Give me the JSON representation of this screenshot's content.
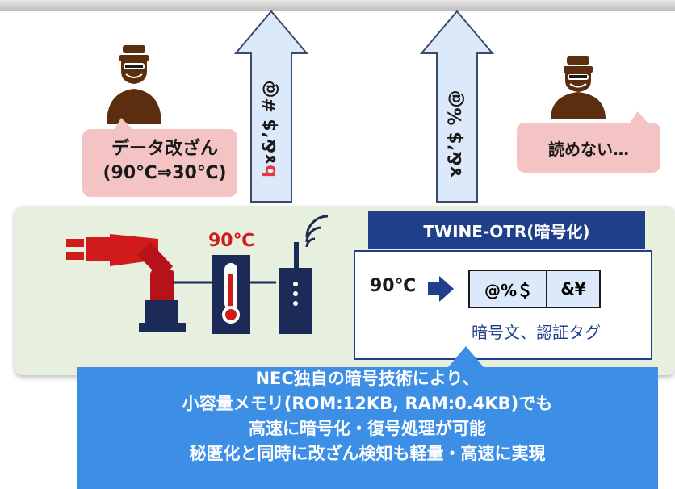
{
  "attacker_left": {
    "bubble_line1": "データ改ざん",
    "bubble_line2": "(90℃⇒30℃)"
  },
  "attacker_right": {
    "bubble": "読めない…"
  },
  "arrow_left": {
    "tampered_char": "b",
    "text": "ɤ&’$ #@"
  },
  "arrow_right": {
    "text": "ɤ&’$ %@"
  },
  "sensor": {
    "temperature": "90℃"
  },
  "twine": {
    "title": "TWINE-OTR(暗号化)",
    "input_value": "90℃",
    "cipher_part1": "@%＄",
    "cipher_part2": "&¥",
    "output_caption": "暗号文、認証タグ"
  },
  "callout": {
    "lines": [
      "NEC独自の暗号技術により、",
      "小容量メモリ(ROM:12KB, RAM:0.4KB)でも",
      "高速に暗号化・復号処理が可能",
      "秘匿化と同時に改ざん検知も軽量・高速に実現"
    ]
  },
  "colors": {
    "panel_bg": "#e7f0df",
    "twine_header": "#1f3f8a",
    "callout_bg": "#3d8fe6",
    "bubble_bg": "#f4c3c3",
    "arrow_fill": "#dce9fa",
    "robot_red": "#d11a1a",
    "navy": "#1c2a57",
    "attacker_brown": "#5a2e0e",
    "highlight_red": "#e03a3a"
  }
}
